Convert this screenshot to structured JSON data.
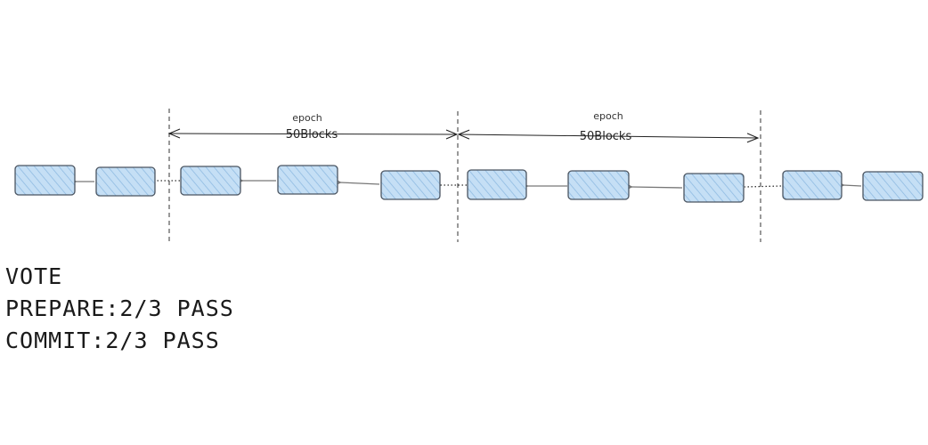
{
  "colors": {
    "block_fill": "#c5dff5",
    "block_stroke": "#4a5460",
    "hatch": "#8fbbe2",
    "arrow": "#777777",
    "boundary": "#333333"
  },
  "epochs": [
    {
      "label": "epoch",
      "span": "50Blocks"
    },
    {
      "label": "epoch",
      "span": "50Blocks"
    }
  ],
  "vote": {
    "title": "VOTE",
    "prepare": "PREPARE:2/3 PASS",
    "commit": "COMMIT:2/3 PASS"
  }
}
